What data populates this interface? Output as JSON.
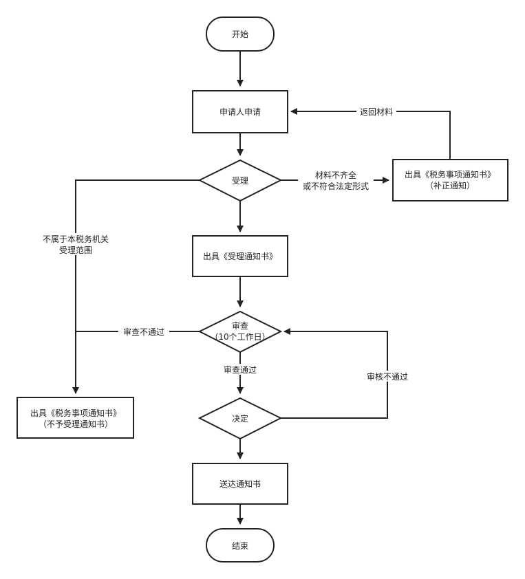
{
  "nodes": {
    "start": {
      "label": "开始"
    },
    "apply": {
      "label": "申请人申请"
    },
    "accept": {
      "label": "受理"
    },
    "notice_correction": {
      "line1": "出具《税务事项通知书》",
      "line2": "（补正通知）"
    },
    "notice_accept": {
      "label": "出具《受理通知书》"
    },
    "review": {
      "line1": "审查",
      "line2": "（10个工作日）"
    },
    "decide": {
      "label": "决定"
    },
    "notice_reject": {
      "line1": "出具《税务事项通知书》",
      "line2": "（不予受理通知书）"
    },
    "deliver": {
      "label": "送达通知书"
    },
    "end": {
      "label": "结束"
    }
  },
  "edges": {
    "return_materials": {
      "label": "返回材料"
    },
    "incomplete": {
      "line1": "材料不齐全",
      "line2": "或不符合法定形式"
    },
    "out_of_scope": {
      "line1": "不属于本税务机关",
      "line2": "受理范围"
    },
    "review_fail": {
      "label": "审查不通过"
    },
    "review_pass": {
      "label": "审查通过"
    },
    "audit_fail": {
      "label": "审核不通过"
    }
  }
}
